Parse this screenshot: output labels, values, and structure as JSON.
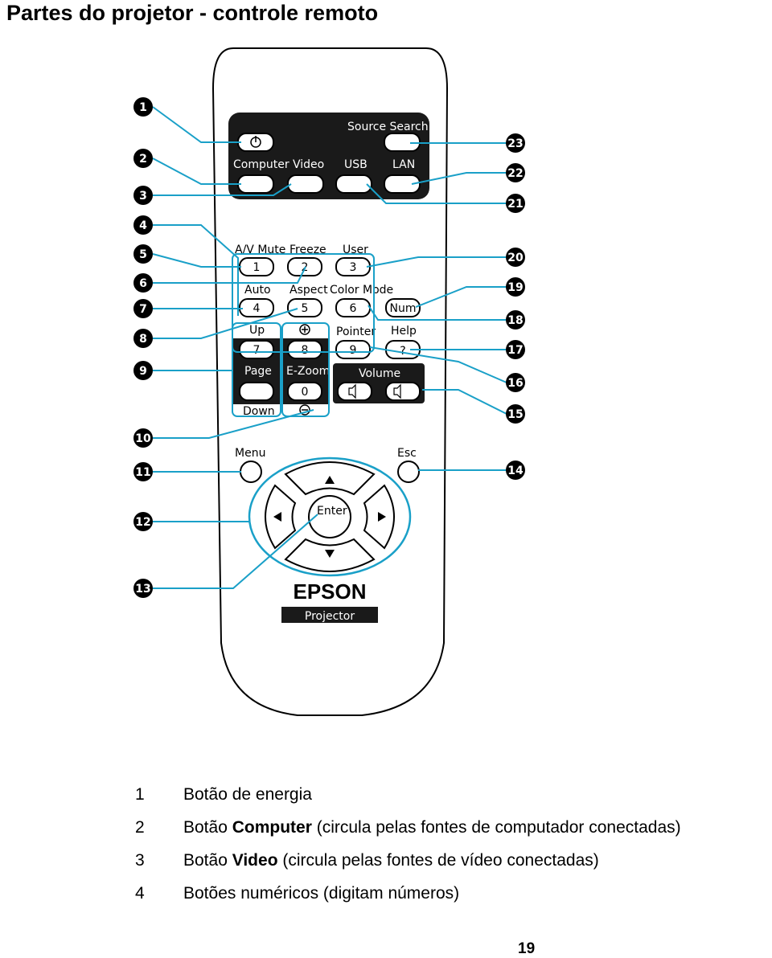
{
  "title": "Partes do projetor - controle remoto",
  "remote": {
    "labels": {
      "source_search": "Source Search",
      "computer": "Computer",
      "video": "Video",
      "usb": "USB",
      "lan": "LAN",
      "av_mute": "A/V Mute",
      "freeze": "Freeze",
      "user": "User",
      "auto": "Auto",
      "aspect": "Aspect",
      "color_mode": "Color Mode",
      "num": "Num",
      "up": "Up",
      "pointer": "Pointer",
      "help": "Help",
      "page": "Page",
      "e_zoom": "E-Zoom",
      "volume": "Volume",
      "down": "Down",
      "menu": "Menu",
      "esc": "Esc",
      "enter": "Enter",
      "brand": "EPSON",
      "model": "Projector"
    },
    "keys": [
      "1",
      "2",
      "3",
      "4",
      "5",
      "6",
      "7",
      "8",
      "9",
      "0",
      "?"
    ],
    "callouts": [
      "1",
      "2",
      "3",
      "4",
      "5",
      "6",
      "7",
      "8",
      "9",
      "10",
      "11",
      "12",
      "13",
      "14",
      "15",
      "16",
      "17",
      "18",
      "19",
      "20",
      "21",
      "22",
      "23"
    ]
  },
  "legend": [
    {
      "num": "1",
      "prefix": "Botão de energia",
      "bold": "",
      "suffix": ""
    },
    {
      "num": "2",
      "prefix": "Botão ",
      "bold": "Computer",
      "suffix": " (circula pelas fontes de computador conectadas)"
    },
    {
      "num": "3",
      "prefix": "Botão ",
      "bold": "Video",
      "suffix": " (circula pelas fontes de vídeo conectadas)"
    },
    {
      "num": "4",
      "prefix": "Botões numéricos (digitam números)",
      "bold": "",
      "suffix": ""
    }
  ],
  "page_number": "19",
  "colors": {
    "callout_line": "#1aa0c8",
    "panel": "#1a1a1a"
  }
}
